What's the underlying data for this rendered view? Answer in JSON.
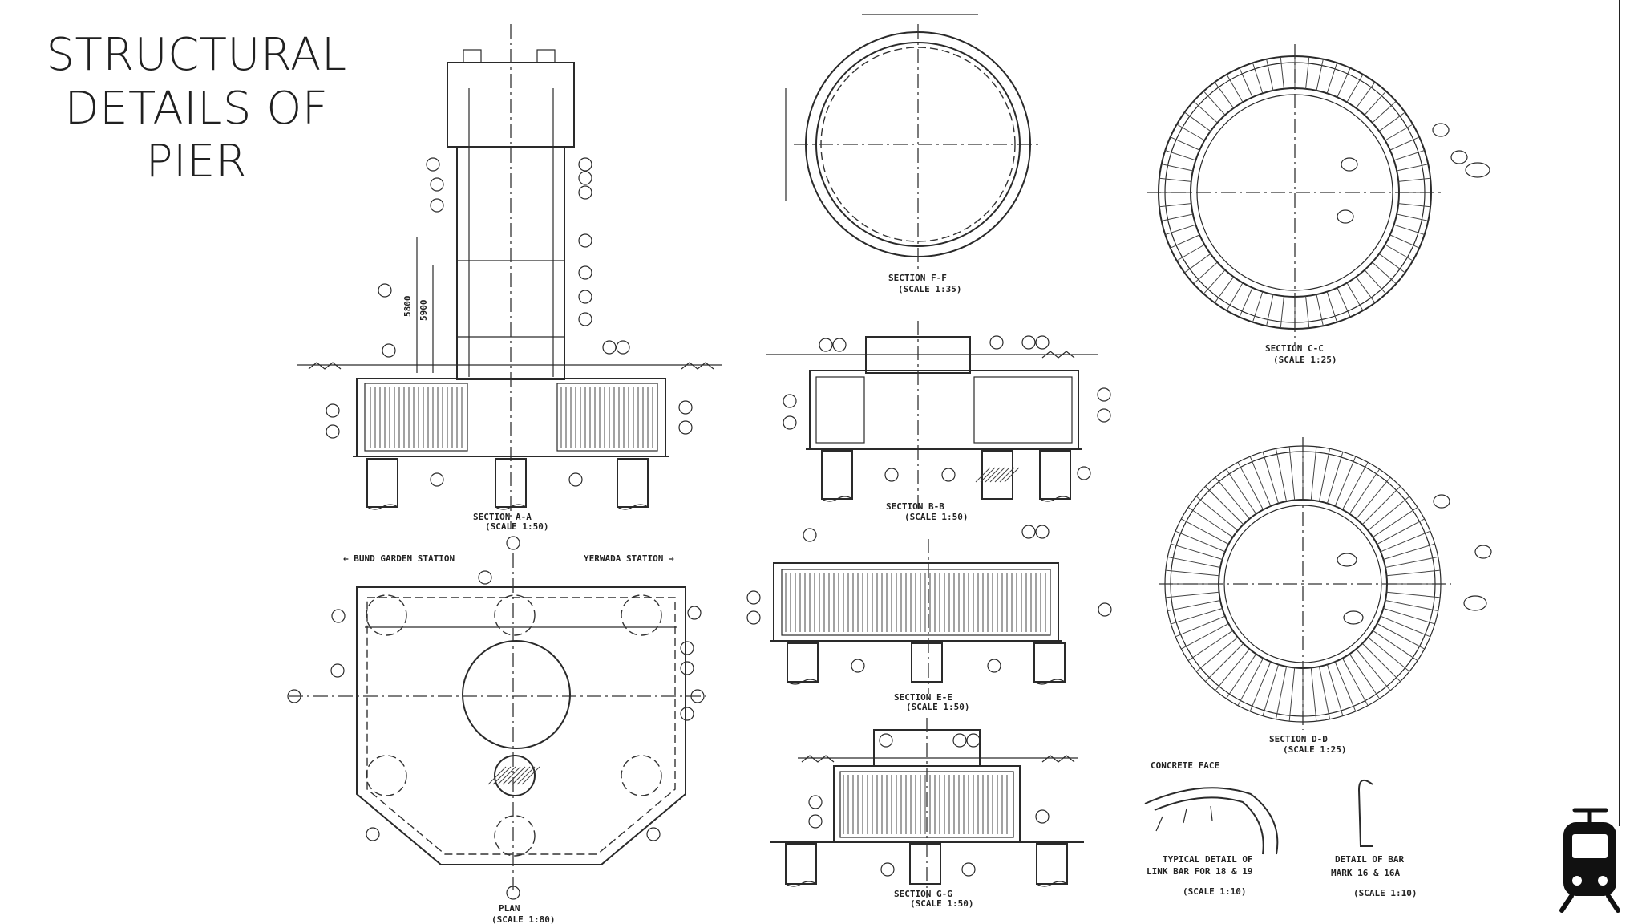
{
  "title": {
    "line1": "STRUCTURAL",
    "line2": "DETAILS OF",
    "line3": "PIER"
  },
  "sections": {
    "a": {
      "name": "SECTION A-A",
      "scale": "(SCALE 1:50)"
    },
    "plan": {
      "name": "PLAN",
      "scale": "(SCALE 1:80)"
    },
    "f": {
      "name": "SECTION F-F",
      "scale": "(SCALE 1:35)"
    },
    "b": {
      "name": "SECTION B-B",
      "scale": "(SCALE 1:50)"
    },
    "e": {
      "name": "SECTION E-E",
      "scale": "(SCALE 1:50)"
    },
    "g": {
      "name": "SECTION G-G",
      "scale": "(SCALE 1:50)"
    },
    "c": {
      "name": "SECTION C-C",
      "scale": "(SCALE 1:25)"
    },
    "d": {
      "name": "SECTION D-D",
      "scale": "(SCALE 1:25)"
    }
  },
  "stations": {
    "left": "← BUND GARDEN STATION",
    "right": "YERWADA STATION →"
  },
  "details": {
    "link": {
      "face": "CONCRETE FACE",
      "line1": "TYPICAL DETAIL OF",
      "line2": "LINK BAR FOR 18 & 19",
      "scale": "(SCALE 1:10)"
    },
    "bar": {
      "line1": "DETAIL OF BAR",
      "line2": "MARK 16 & 16A",
      "scale": "(SCALE 1:10)"
    }
  },
  "dims": {
    "d1": "5800",
    "d2": "5900"
  },
  "icon": "tram-icon"
}
